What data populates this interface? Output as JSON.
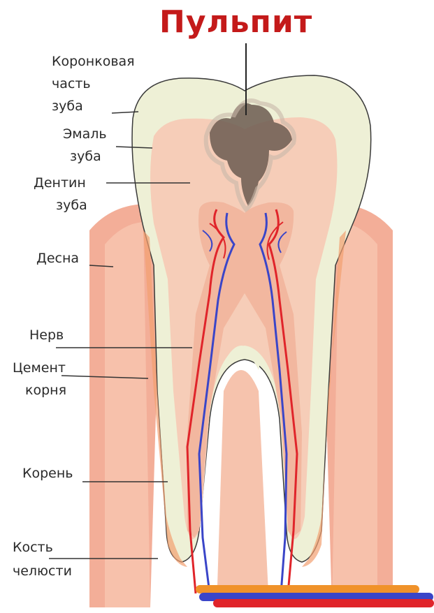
{
  "title": "Пульпит",
  "labels": {
    "crown": [
      "Коронковая",
      "часть",
      "зуба"
    ],
    "enamel": [
      "Эмаль",
      "зуба"
    ],
    "dentin": [
      "Дентин",
      "зуба"
    ],
    "gum": [
      "Десна"
    ],
    "nerve": [
      "Нерв"
    ],
    "cement": [
      "Цемент",
      "корня"
    ],
    "root": [
      "Корень"
    ],
    "bone": [
      "Кость",
      "челюсти"
    ]
  },
  "colors": {
    "title": "#c41a1a",
    "enamel": "#eef0d6",
    "dentin": "#f6cdb8",
    "pulp": "#f2b79f",
    "gum": "#f2aa96",
    "bone": "#f6c3ad",
    "artery": "#e0242a",
    "vein": "#3a45c8",
    "caries": "#6b5a50"
  }
}
